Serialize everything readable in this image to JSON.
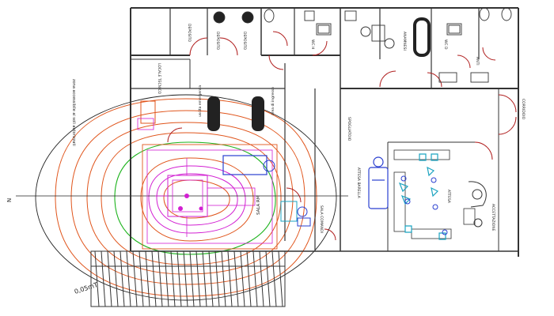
{
  "labels": {
    "rooms": {
      "deposito_1": "DEPOSITO",
      "deposito_2": "DEPOSITO",
      "locale_tecnico": "LOCALE TECNICO",
      "wc_h": "WC H",
      "wc_d": "WC D",
      "anamnesi": "ANAMNESI",
      "anti": "ANTI",
      "corridoio": "CORRIDOIO",
      "attesa": "ATTESA",
      "accettazione": "ACCETTAZIONE",
      "sala_comandi": "SALA COMANDI",
      "spogliatoio": "SPOGLIATOIO",
      "sala_rm": "SALA RM",
      "attesa_barella": "ATTESA BARELLA",
      "uscita_emergenza": "uscita emergenza",
      "area_ingresso": "area di ingresso"
    },
    "field": "0,05mT",
    "north": "N",
    "side_note": "zona accessibile ai soli autorizzati"
  },
  "colors": {
    "wall": "#333333",
    "door": "#b01e1e",
    "contour_outer": "#222222",
    "contour_orange": "#e0551c",
    "contour_green": "#1db31d",
    "contour_magenta": "#d21fd2",
    "furniture_blue": "#2a3fd0",
    "furniture_cyan": "#1ba3c0",
    "hatch": "#333333"
  },
  "icons": {
    "toilet": "toilet-icon",
    "sink": "sink-icon",
    "chair": "chair-icon",
    "stretcher": "stretcher-icon",
    "plant": "plant-icon",
    "scanner": "mri-scanner-icon"
  }
}
